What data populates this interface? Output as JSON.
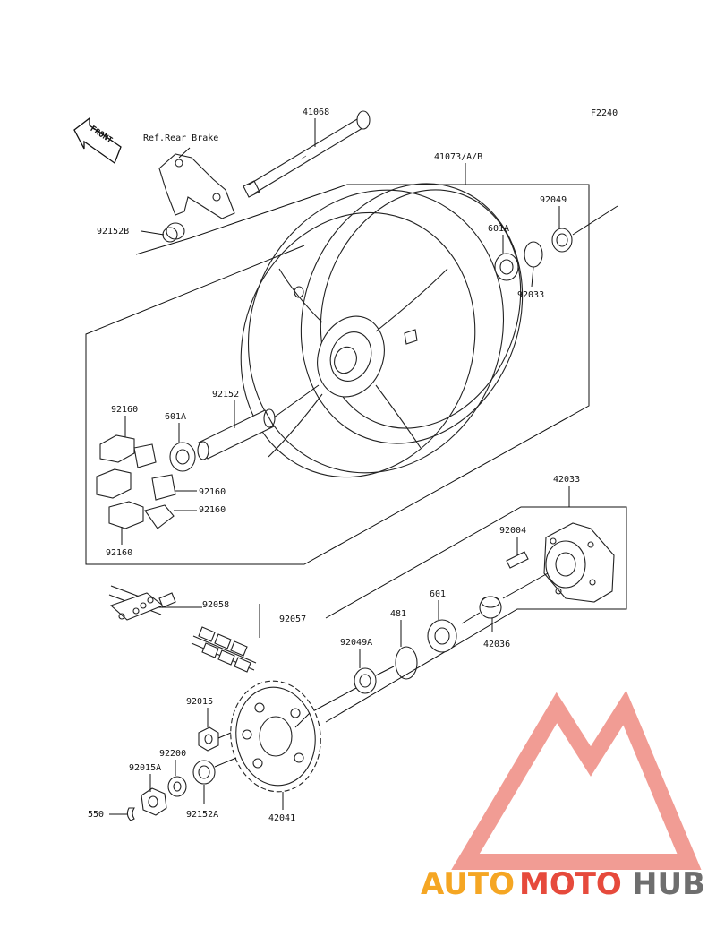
{
  "diagram": {
    "code": "F2240",
    "front_label": "FRONT",
    "ref_label": "Ref.Rear Brake",
    "parts": {
      "p41068": "41068",
      "p41073": "41073/A/B",
      "p92049": "92049",
      "p601A_top": "601A",
      "p92033": "92033",
      "p92152B": "92152B",
      "p92152": "92152",
      "p601A_mid": "601A",
      "p92160_a": "92160",
      "p92160_b": "92160",
      "p92160_c": "92160",
      "p92160_d": "92160",
      "p42033": "42033",
      "p92004": "92004",
      "p92058": "92058",
      "p92057": "92057",
      "p481": "481",
      "p601": "601",
      "p42036": "42036",
      "p92049A": "92049A",
      "p92015": "92015",
      "p92200": "92200",
      "p92015A": "92015A",
      "p550": "550",
      "p92152A": "92152A",
      "p42041": "42041"
    }
  },
  "watermark": {
    "part1": "AUTO",
    "part2": "MOTO",
    "part3": "HUB",
    "colors": {
      "orange": "#f5a623",
      "red": "#e64a3c",
      "gray": "#6e6e6e",
      "triangle": "#e64a3c"
    }
  }
}
